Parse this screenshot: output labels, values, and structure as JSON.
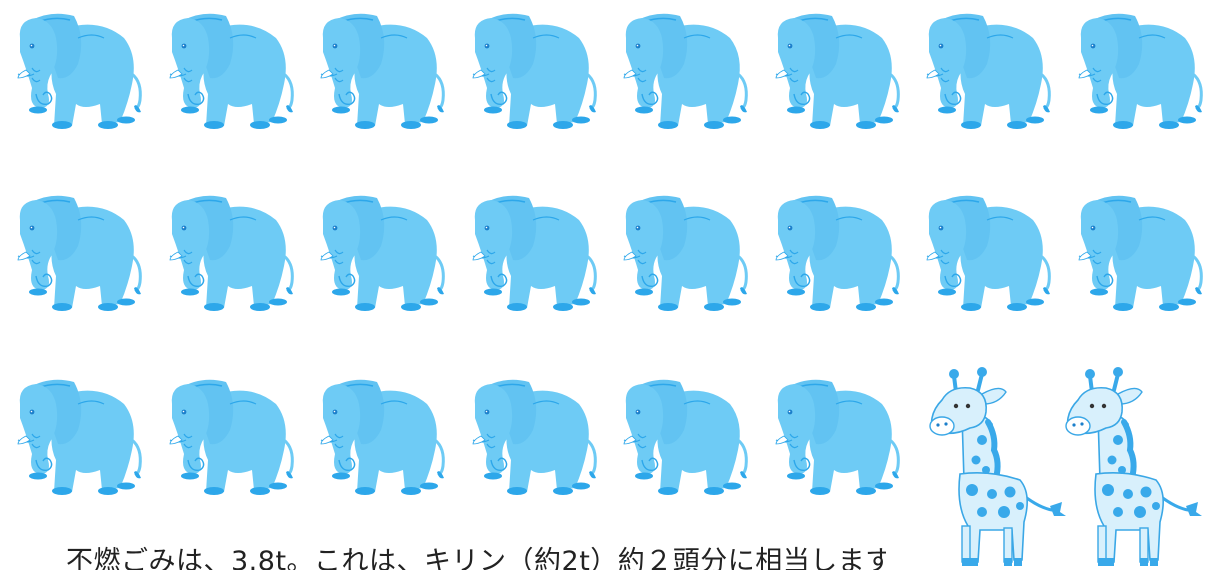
{
  "caption": "不燃ごみは、3.8t。これは、キリン（約2t）約２頭分に相当します！",
  "counts": {
    "elephants": 22,
    "giraffes": 2
  },
  "colors": {
    "elephant_body": "#6ecbf5",
    "elephant_dark": "#2da7ea",
    "giraffe_body": "#d8f0fc",
    "giraffe_spot": "#39a9ea",
    "giraffe_outline": "#3aa7e6"
  },
  "icons": {
    "elephant": "elephant-icon",
    "giraffe": "giraffe-icon"
  }
}
